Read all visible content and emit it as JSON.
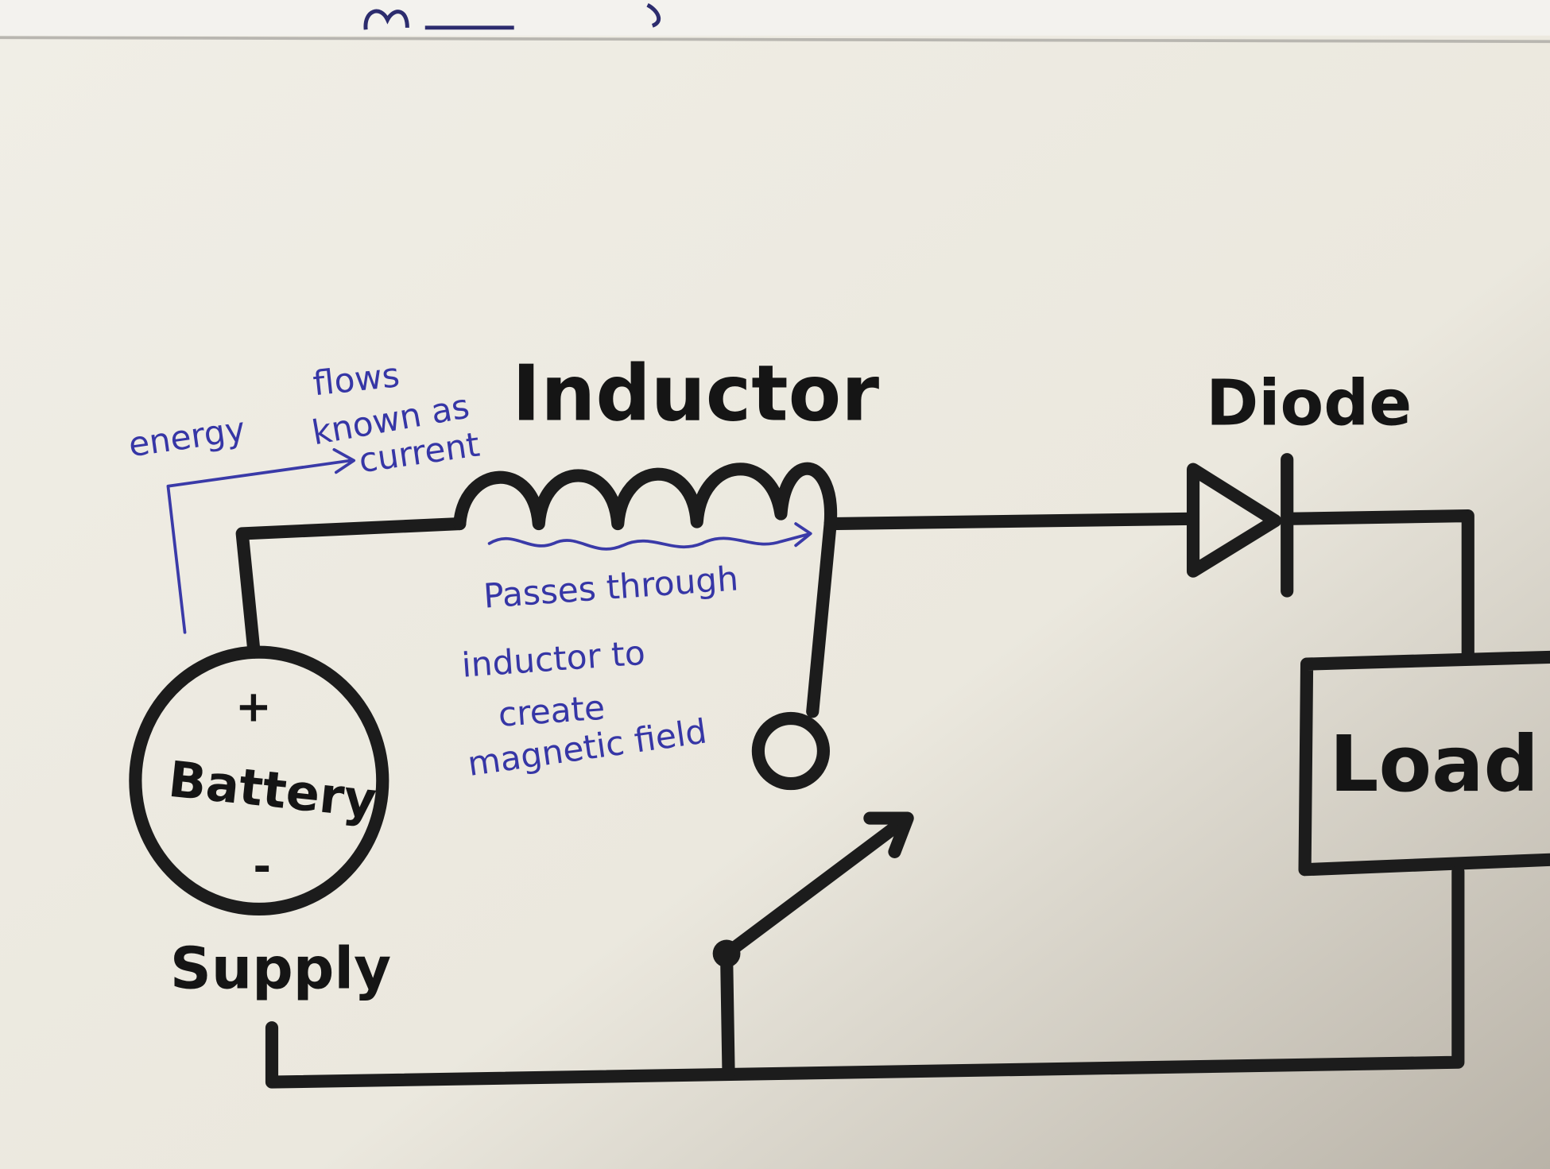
{
  "diagram": {
    "labels": {
      "inductor": "Inductor",
      "diode": "Diode",
      "load": "Load",
      "battery": "Battery",
      "supply": "Supply",
      "plus": "+",
      "minus": "-"
    },
    "annotations": {
      "energy": "energy",
      "flows": "flows",
      "known_as": "known as",
      "current": "current",
      "passes_line1": "Passes through",
      "passes_line2": "inductor to",
      "passes_line3": "create",
      "passes_line4": "magnetic field"
    },
    "colors": {
      "paper": "#eeece3",
      "ink": "#1c1c1c",
      "pen": "#3a3aa8"
    }
  }
}
